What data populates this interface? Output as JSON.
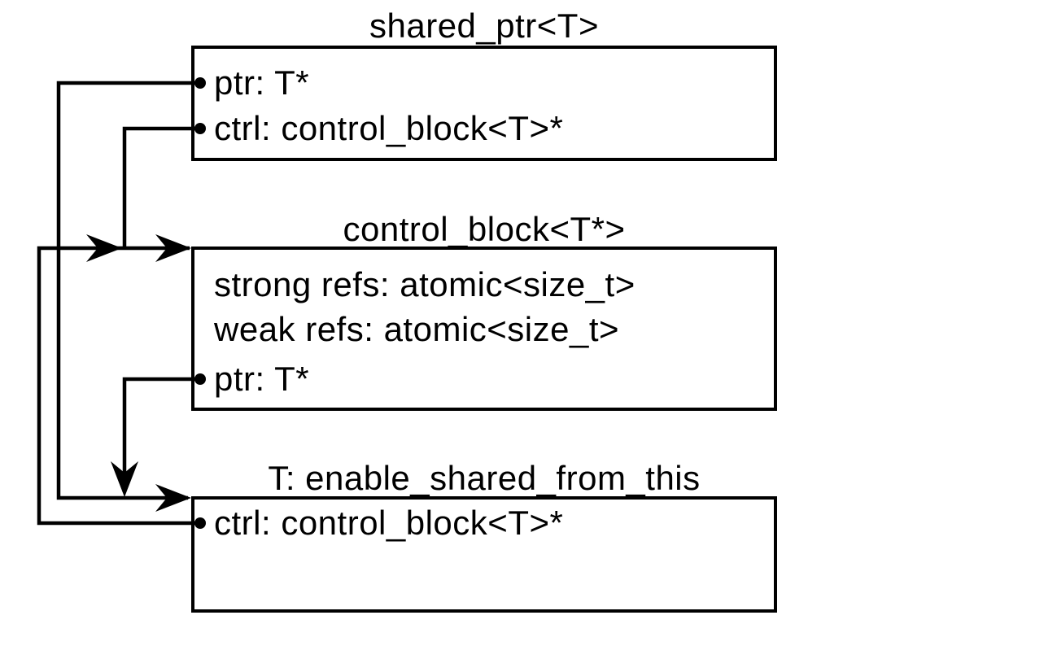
{
  "diagram": {
    "background_color": "#ffffff",
    "line_color": "#000000",
    "text_color": "#000000",
    "boxes": [
      {
        "id": "shared_ptr",
        "title": "shared_ptr<T>",
        "fields": [
          {
            "label": "ptr: T*",
            "bullet": true
          },
          {
            "label": "ctrl: control_block<T>*",
            "bullet": true
          }
        ]
      },
      {
        "id": "control_block",
        "title": "control_block<T*>",
        "fields": [
          {
            "label": "strong refs: atomic<size_t>",
            "bullet": false
          },
          {
            "label": "weak refs: atomic<size_t>",
            "bullet": false
          },
          {
            "label": "ptr: T*",
            "bullet": true
          }
        ]
      },
      {
        "id": "t_object",
        "title": "T: enable_shared_from_this",
        "fields": [
          {
            "label": "ctrl: control_block<T>*",
            "bullet": true
          }
        ]
      }
    ],
    "edges": [
      {
        "from": "shared_ptr.ptr",
        "to": "t_object",
        "arrow": "right-into-top-left"
      },
      {
        "from": "shared_ptr.ctrl",
        "to": "control_block",
        "arrow": "right-into-top-left"
      },
      {
        "from": "t_object.ctrl",
        "to": "control_block",
        "arrow": "right-into-top-left"
      },
      {
        "from": "control_block.ptr",
        "to": "t_object",
        "arrow": "down-into-top-edge"
      }
    ]
  }
}
